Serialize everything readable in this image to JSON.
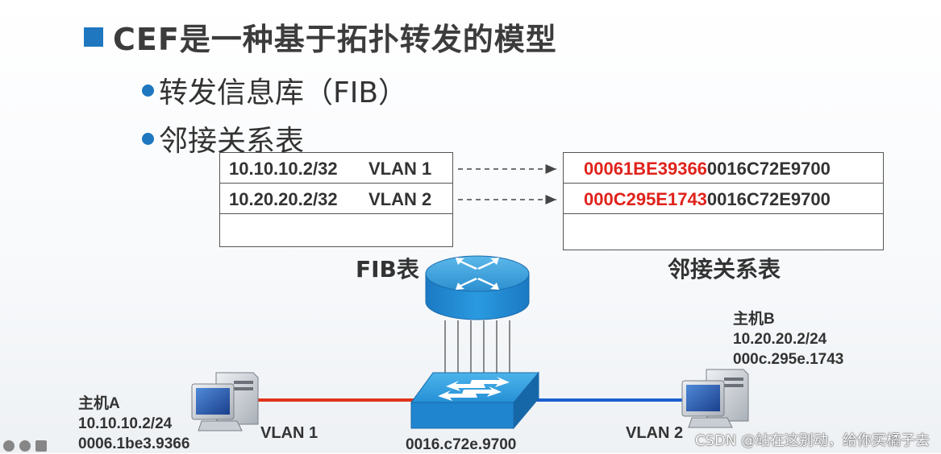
{
  "title": "CEF是一种基于拓扑转发的模型",
  "bullets": [
    "转发信息库（FIB）",
    "邻接关系表"
  ],
  "fib_table": {
    "rows": [
      {
        "ip": "10.10.10.2/32",
        "vlan": "VLAN 1"
      },
      {
        "ip": "10.20.20.2/32",
        "vlan": "VLAN 2"
      }
    ],
    "label": "FIB表"
  },
  "adj_table": {
    "rows": [
      {
        "red": "00061BE39366",
        "rest": "0016C72E9700"
      },
      {
        "red": "000C295E1743",
        "rest": "0016C72E9700"
      }
    ],
    "label": "邻接关系表"
  },
  "hostA": {
    "name": "主机A",
    "ip": "10.10.10.2/24",
    "mac": "0006.1be3.9366"
  },
  "hostB": {
    "name": "主机B",
    "ip": "10.20.20.2/24",
    "mac": "000c.295e.1743"
  },
  "switch_mac": "0016.c72e.9700",
  "vlan_left": "VLAN 1",
  "vlan_right": "VLAN 2",
  "watermark": "CSDN @站在这别动，给你买橘子去",
  "colors": {
    "accent": "#1f77c0",
    "red_link": "#e0341b",
    "blue_link": "#1a5fd0",
    "mac_red": "#e0221b",
    "device": "#1f8fd6"
  }
}
